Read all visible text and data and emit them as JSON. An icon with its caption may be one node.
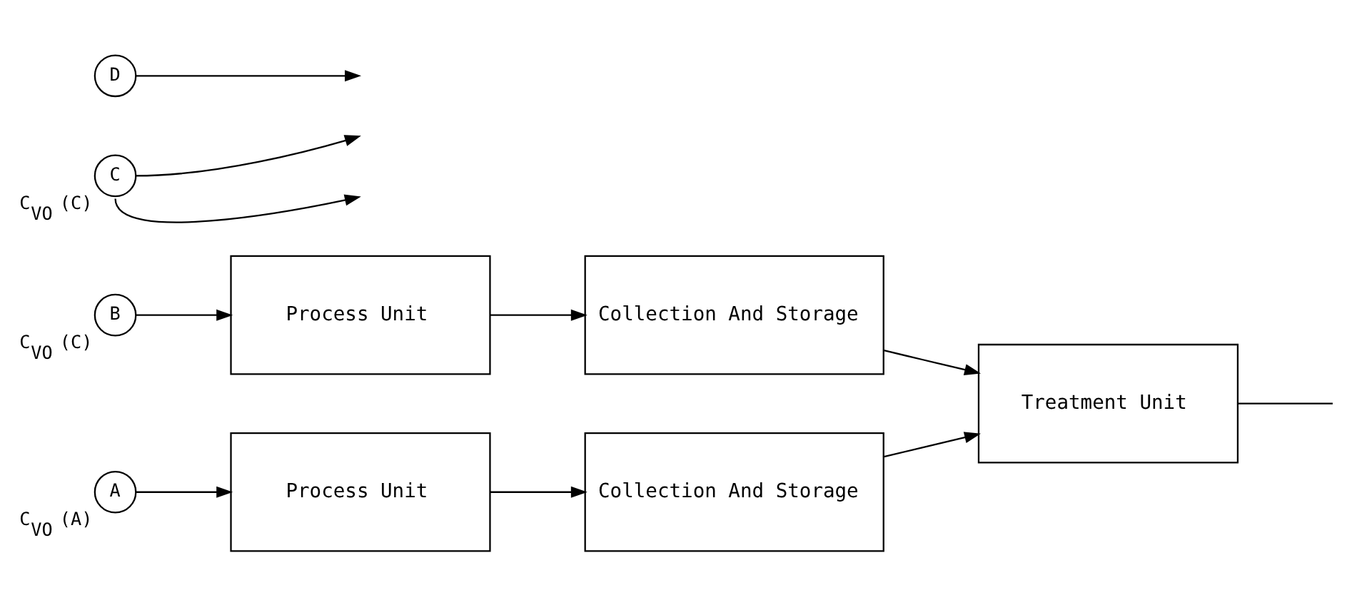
{
  "diagram": {
    "nodes": [
      {
        "text": [
          "Process Unit"
        ]
      },
      {
        "text": [
          "Collection And Storage"
        ]
      },
      {
        "text": [
          "Process Unit"
        ]
      },
      {
        "text": [
          "Collection And Storage"
        ]
      },
      {
        "text": [
          "Treatment Unit"
        ]
      },
      {
        "text": [
          "A"
        ],
        "beside": [
          "C$_{VO}$ (A)"
        ]
      },
      {
        "text": [
          "B"
        ],
        "beside": [
          "C$_{VO}$ (C)"
        ]
      },
      {
        "text": [
          "C"
        ],
        "beside": [
          "C$_{VO}$ (C)"
        ]
      },
      {
        "text": [
          "D"
        ]
      }
    ],
    "edges": [
      {
        "from": 0,
        "to": 1,
        "arrow": "to"
      },
      {
        "from": 2,
        "to": 3,
        "arrow": "to"
      },
      {
        "from": 1,
        "to": 4,
        "arrow": "to"
      },
      {
        "from": 3,
        "to": 4,
        "arrow": "to"
      },
      {
        "from": 4,
        "to": null,
        "arrow": "none"
      },
      {
        "from": 5,
        "to": 0,
        "arrow": "to"
      },
      {
        "from": 6,
        "to": 2,
        "arrow": "to"
      },
      {
        "from": 7,
        "to": null,
        "arrow": "to"
      },
      {
        "from": 7,
        "to": null,
        "arrow": "to"
      },
      {
        "from": 8,
        "to": null,
        "arrow": "to"
      }
    ]
  }
}
